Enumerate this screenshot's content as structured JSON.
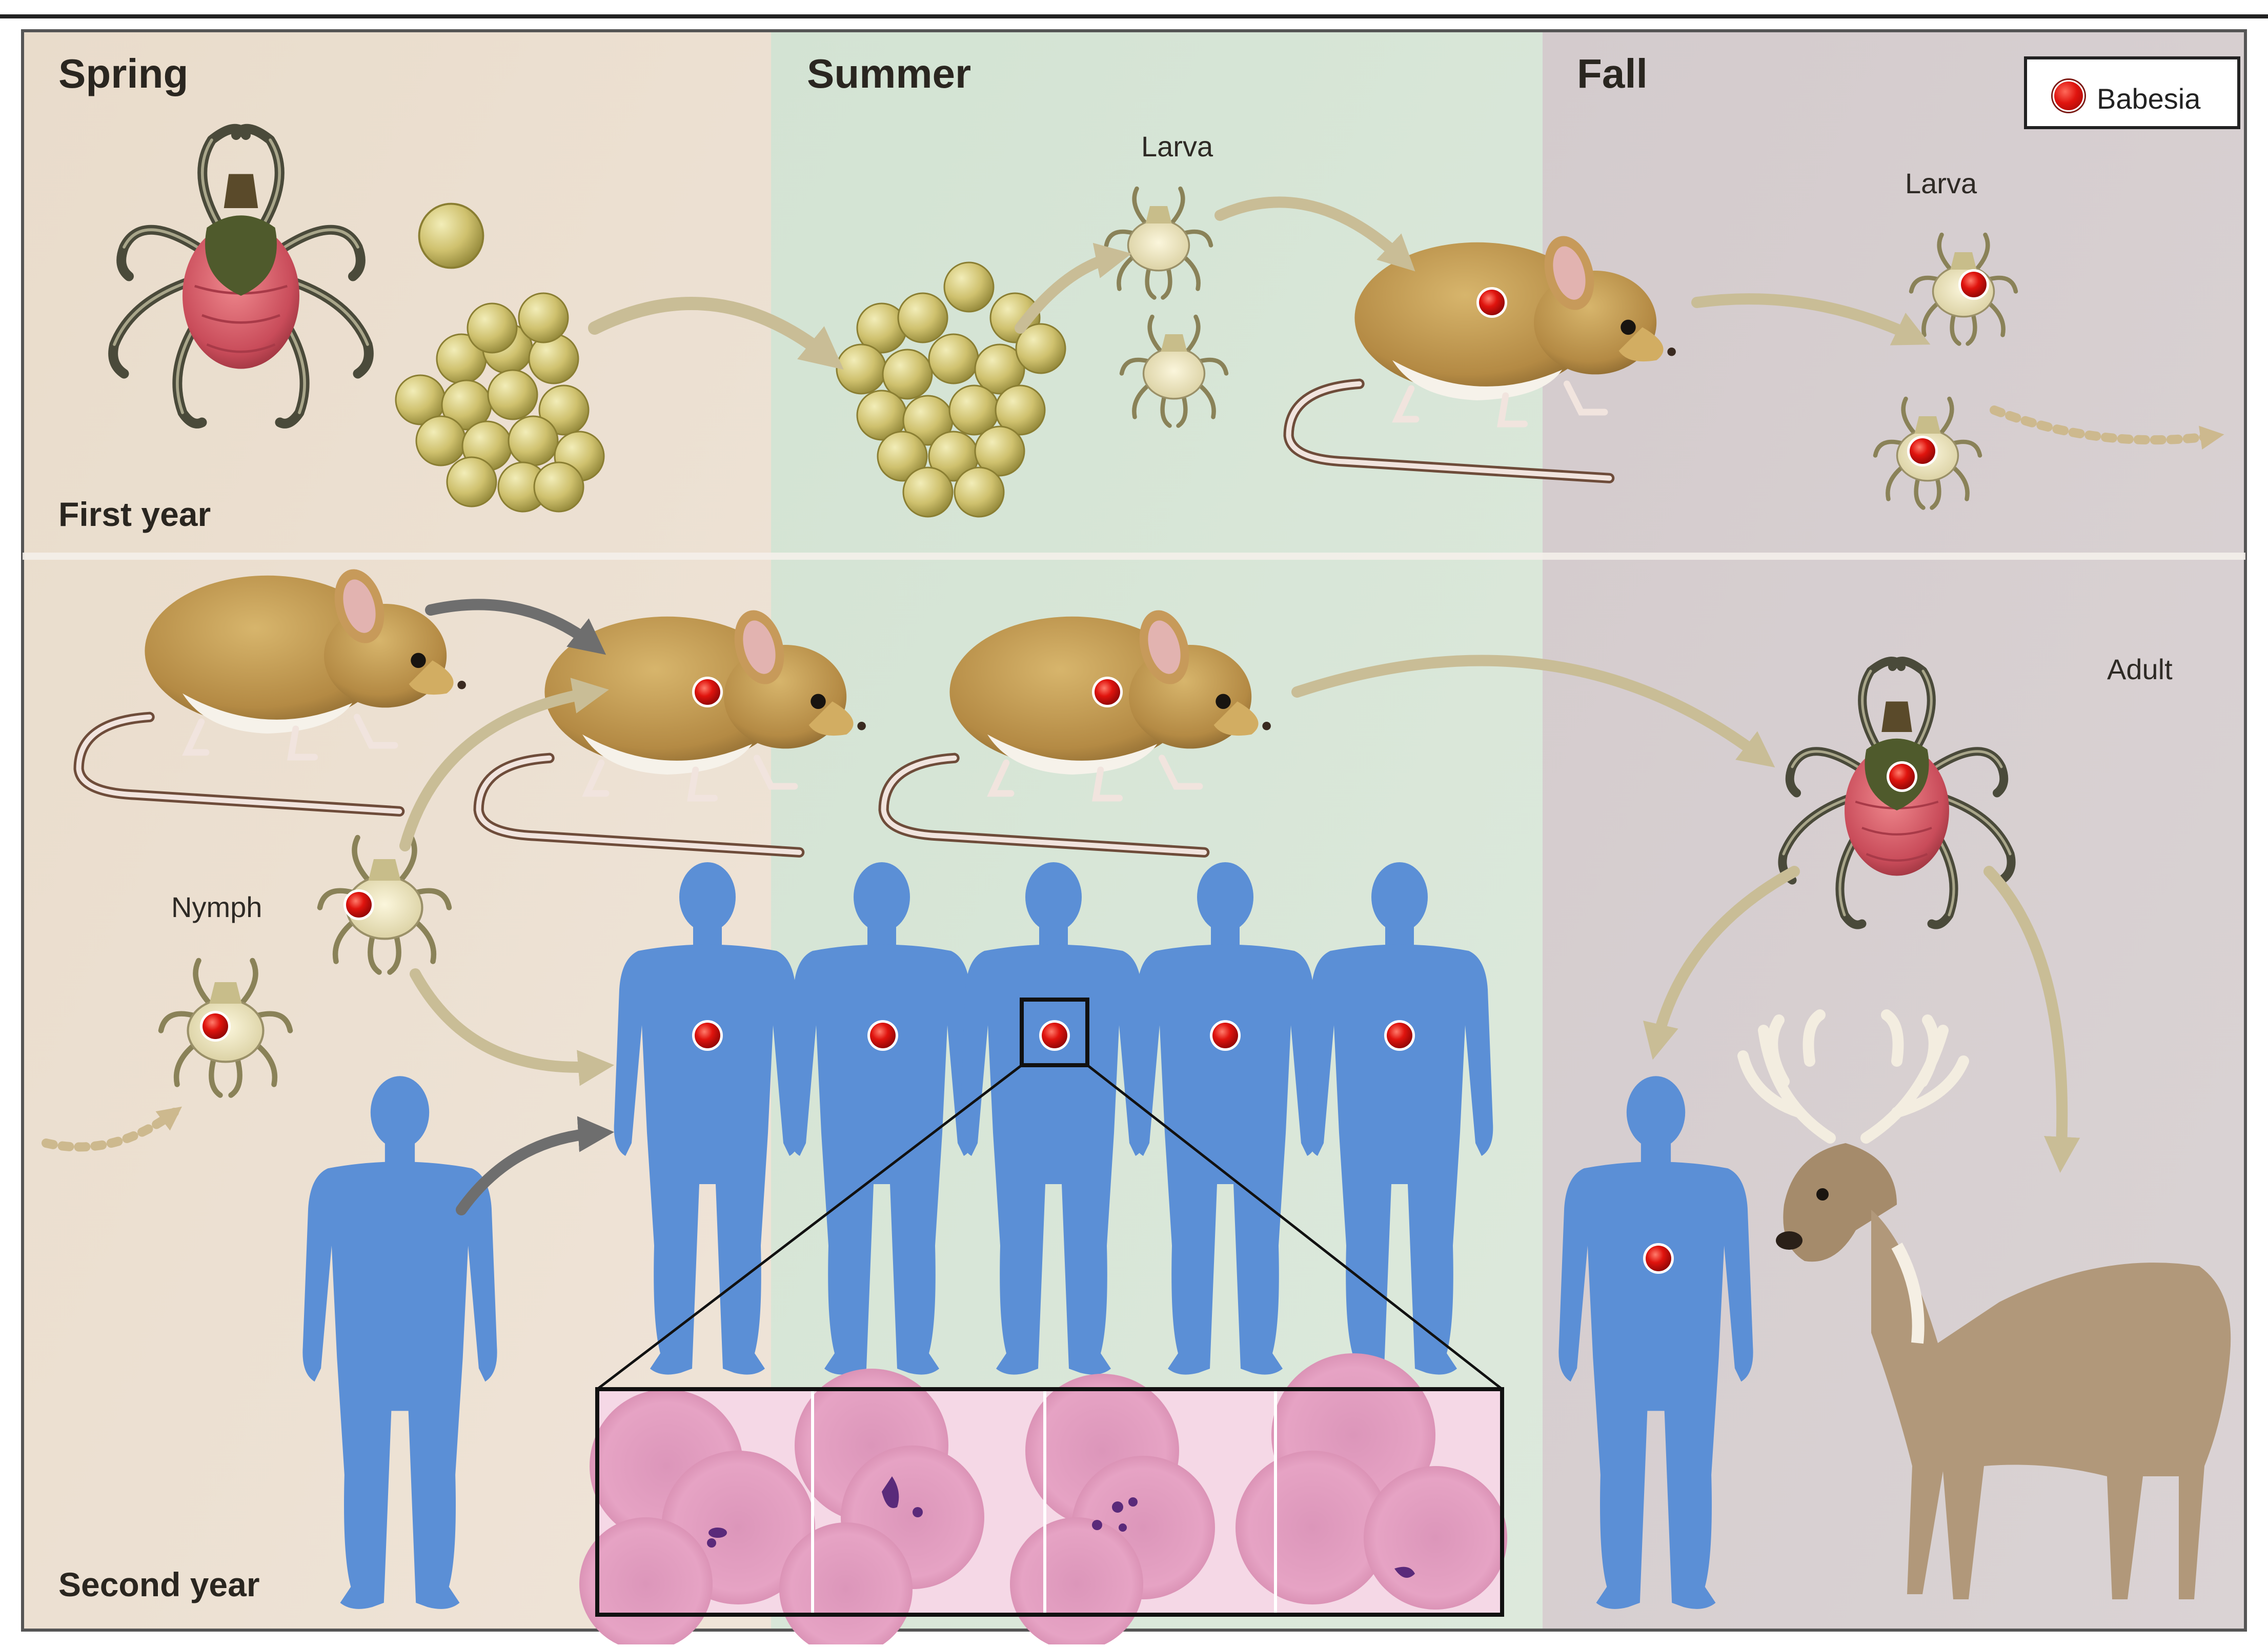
{
  "seasons": {
    "spring": "Spring",
    "summer": "Summer",
    "fall": "Fall"
  },
  "years": {
    "first": "First year",
    "second": "Second year"
  },
  "stages": {
    "larva_summer": "Larva",
    "larva_fall": "Larva",
    "nymph": "Nymph",
    "adult": "Adult"
  },
  "legend": {
    "label": "Babesia",
    "marker_color": "#e0140e"
  },
  "colors": {
    "spring_bg": "#ece0d2",
    "summer_bg": "#d8e6d8",
    "fall_bg": "#d6ced0",
    "human_silhouette": "#5b8fd6",
    "arrow_tan": "#c9bd96",
    "arrow_gray": "#6e6e6e",
    "infection_dot": "#e0140e",
    "rbc_pink": "#e7a0c2"
  }
}
